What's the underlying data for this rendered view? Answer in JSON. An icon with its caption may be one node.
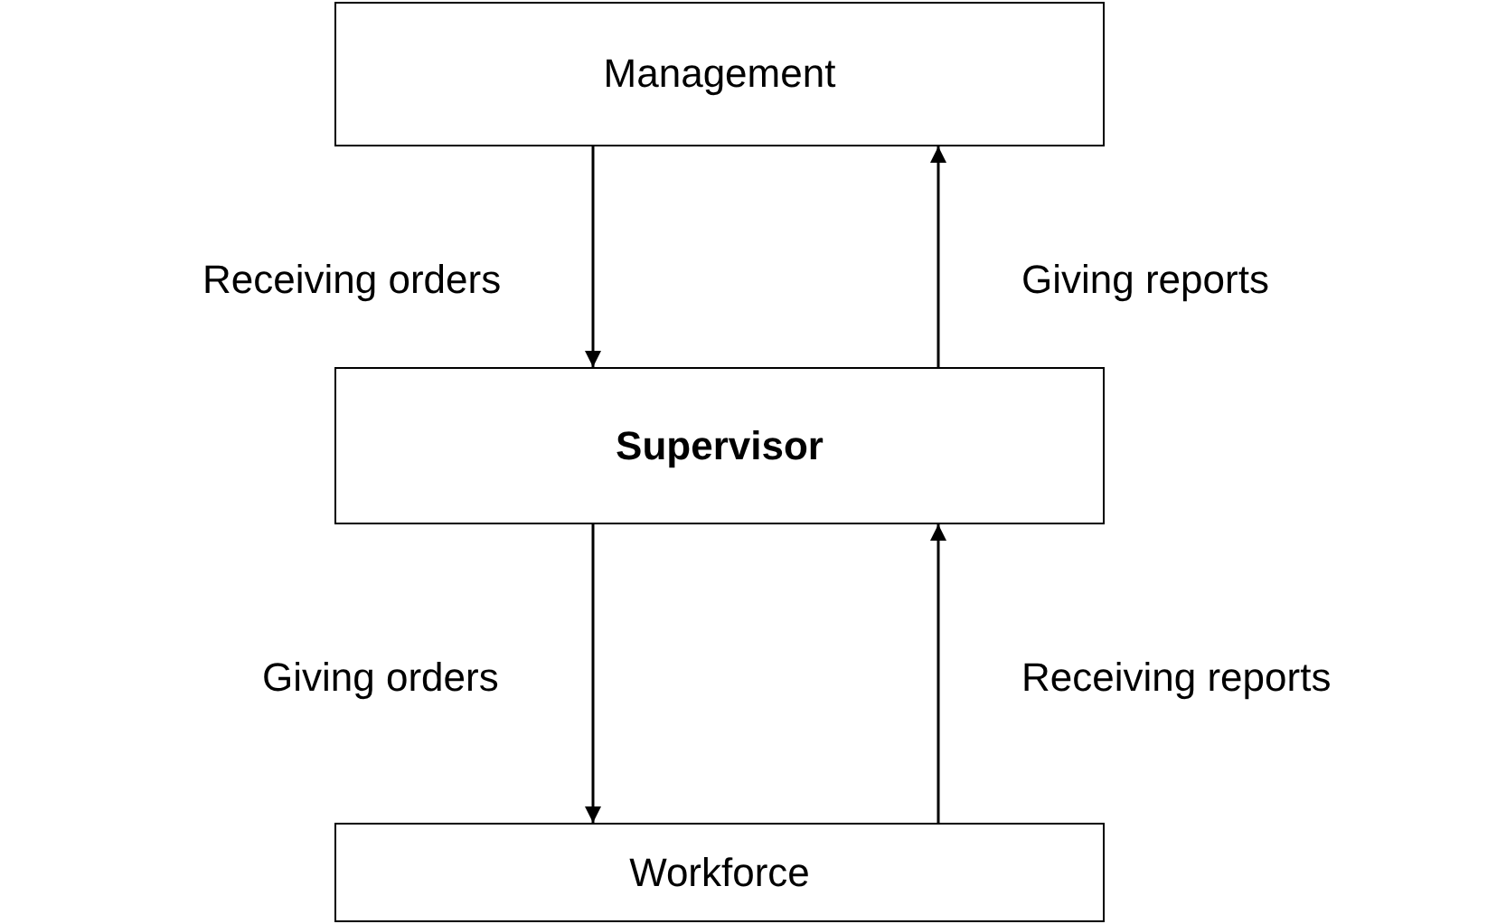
{
  "diagram": {
    "nodes": [
      {
        "text": [
          "Management"
        ]
      },
      {
        "text": [
          "Supervisor"
        ]
      },
      {
        "text": [
          "Workforce"
        ]
      }
    ],
    "edges": [
      {
        "from": 0,
        "to": 1,
        "arrow": "to",
        "label": "Receiving orders"
      },
      {
        "from": 1,
        "to": 0,
        "arrow": "to",
        "label": "Giving reports"
      },
      {
        "from": 1,
        "to": 2,
        "arrow": "to",
        "label": "Giving orders"
      },
      {
        "from": 2,
        "to": 1,
        "arrow": "to",
        "label": "Receiving reports"
      }
    ]
  }
}
